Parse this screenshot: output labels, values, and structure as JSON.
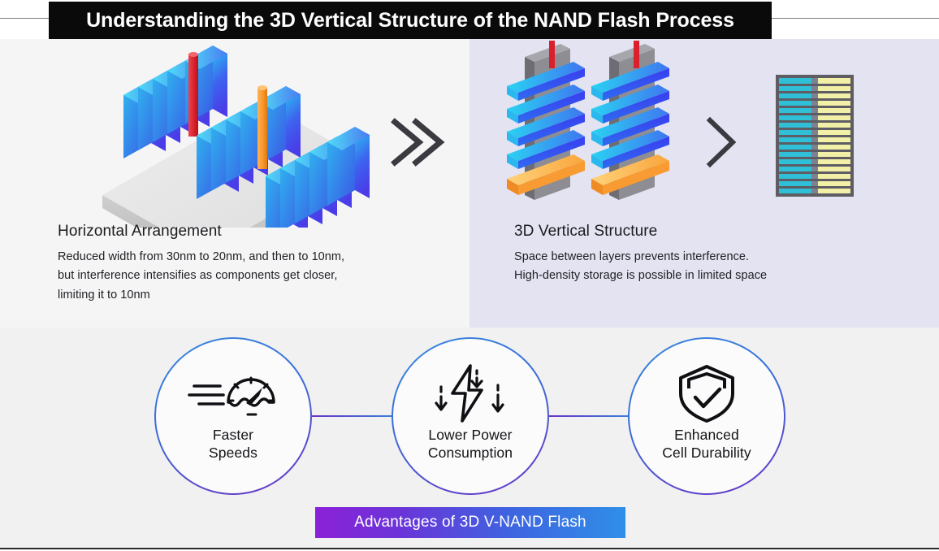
{
  "header": {
    "title": "Understanding the 3D Vertical Structure of the NAND Flash Process"
  },
  "panels": {
    "left": {
      "heading": "Horizontal Arrangement",
      "body_line_1": "Reduced width from 30nm to 20nm, and then to 10nm,",
      "body_line_2": "but interference intensifies as components get closer,",
      "body_line_3": "limiting it to 10nm",
      "illustration": "horizontal-arrangement-3d-blocks",
      "background_color": "#f5f5f6"
    },
    "right": {
      "heading": "3D Vertical Structure",
      "body_line_1": "Space between layers prevents interference.",
      "body_line_2": "High-density storage is possible in limited space",
      "illustration": "vertical-stacked-layers-3d",
      "background_color": "#e3e3f1"
    }
  },
  "connectors": {
    "double_chevron": "double-chevron-right-icon",
    "single_chevron": "chevron-right-icon"
  },
  "advantages": {
    "items": [
      {
        "icon": "speedometer-icon",
        "label_line_1": "Faster",
        "label_line_2": "Speeds"
      },
      {
        "icon": "lightning-bolt-down-arrows-icon",
        "label_line_1": "Lower Power",
        "label_line_2": "Consumption"
      },
      {
        "icon": "shield-check-icon",
        "label_line_1": "Enhanced",
        "label_line_2": "Cell Durability"
      }
    ],
    "banner_label": "Advantages of 3D V-NAND Flash"
  },
  "colors": {
    "title_bar": "#0a0a0a",
    "ring_gradient_start": "#3b8ae0",
    "ring_gradient_end": "#6a34c4",
    "banner_gradient_start": "#8b21d8",
    "banner_gradient_end": "#2f8fe8",
    "block_blue": "#3b5bf0",
    "block_cyan": "#22c8ef",
    "accent_red": "#e4222e",
    "accent_orange": "#f79a2b",
    "chip_cyan": "#2fc0d8",
    "chip_yellow": "#f2efa6"
  }
}
